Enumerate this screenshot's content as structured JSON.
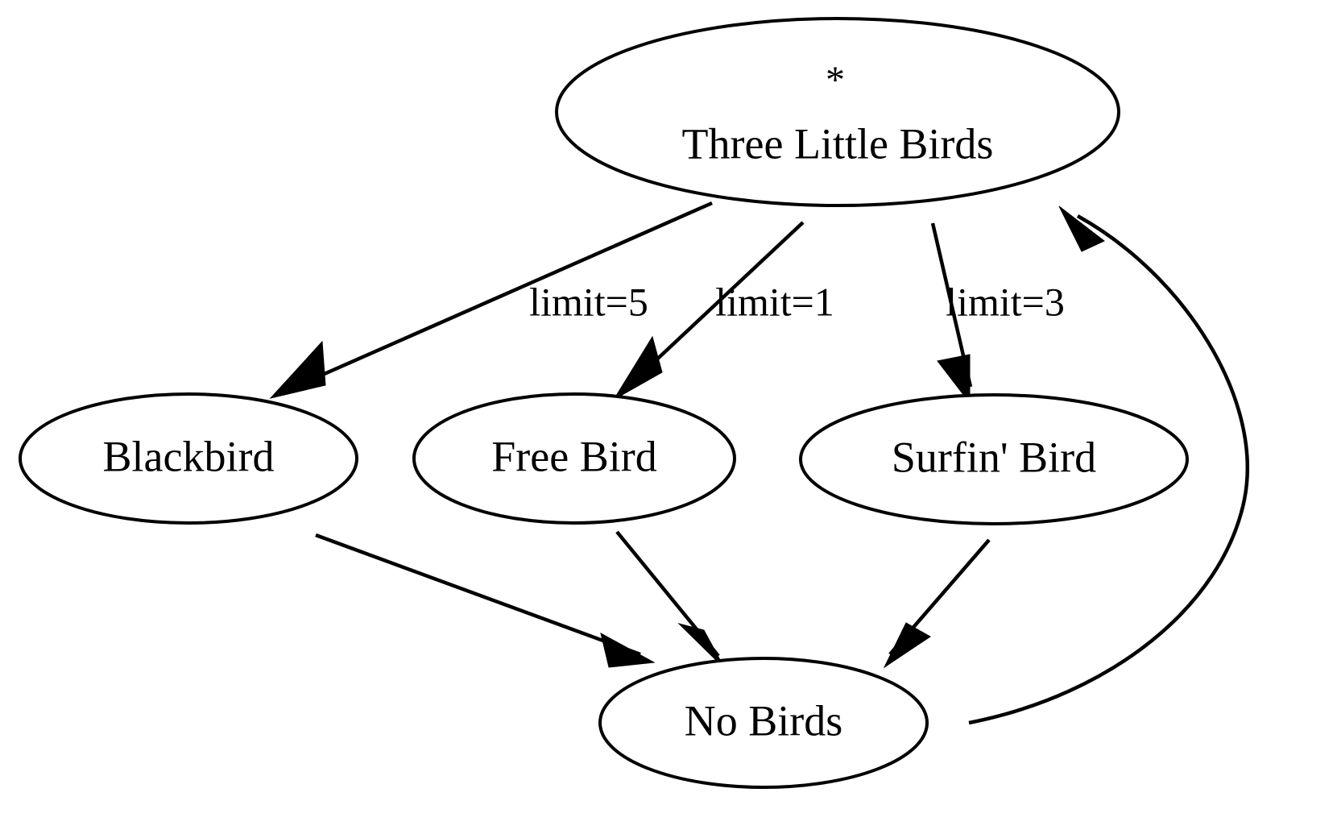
{
  "diagram": {
    "type": "directed-graph",
    "title": "",
    "background_color": "#ffffff",
    "stroke_color": "#000000",
    "node_fill": "#ffffff",
    "nodes": [
      {
        "id": "three_little_birds",
        "marker": "*",
        "label": "Three Little Birds",
        "shape": "ellipse"
      },
      {
        "id": "blackbird",
        "marker": "",
        "label": "Blackbird",
        "shape": "ellipse"
      },
      {
        "id": "free_bird",
        "marker": "",
        "label": "Free Bird",
        "shape": "ellipse"
      },
      {
        "id": "surfin_bird",
        "marker": "",
        "label": "Surfin' Bird",
        "shape": "ellipse"
      },
      {
        "id": "no_birds",
        "marker": "",
        "label": "No Birds",
        "shape": "ellipse"
      }
    ],
    "edges": [
      {
        "id": "e1",
        "from": "three_little_birds",
        "to": "blackbird",
        "label": ""
      },
      {
        "id": "e2",
        "from": "three_little_birds",
        "to": "free_bird",
        "label": "limit=5"
      },
      {
        "id": "e3",
        "from": "three_little_birds",
        "to": "surfin_bird",
        "label": "limit=1"
      },
      {
        "id": "e4",
        "from": "three_little_birds",
        "to": "surfin_bird2",
        "label": "limit=3"
      },
      {
        "id": "e5",
        "from": "blackbird",
        "to": "no_birds",
        "label": ""
      },
      {
        "id": "e6",
        "from": "free_bird",
        "to": "no_birds",
        "label": ""
      },
      {
        "id": "e7",
        "from": "surfin_bird",
        "to": "no_birds",
        "label": ""
      },
      {
        "id": "e8",
        "from": "no_birds",
        "to": "three_little_birds",
        "label": ""
      }
    ],
    "edge_labels": [
      "limit=5",
      "limit=1",
      "limit=3"
    ]
  }
}
